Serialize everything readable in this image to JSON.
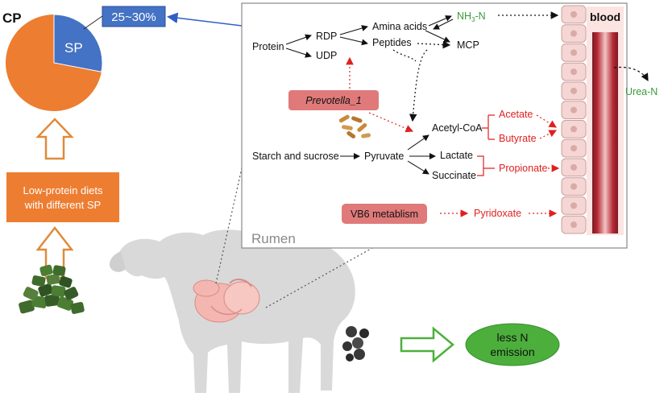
{
  "crude_protein": {
    "label": "CP",
    "sp_label": "SP",
    "sp_fraction_of_pie": 0.28,
    "sp_range_label": "25~30%",
    "colors": {
      "sp": "#4472c4",
      "rest": "#ed7d31"
    }
  },
  "diet_box": {
    "line1": "Low-protein diets",
    "line2": "with different SP",
    "color": "#ed7d31"
  },
  "rumen_panel": {
    "panel_label": "Rumen",
    "blood_label": "blood",
    "protein": "Protein",
    "rdp": "RDP",
    "udp": "UDP",
    "amino_acids": "Amina acids",
    "peptides": "Peptides",
    "nh3_n_prefix": "NH",
    "nh3_n_sub": "3",
    "nh3_n_suffix": "-N",
    "mcp": "MCP",
    "prevotella": "Prevotella_1",
    "acetyl_coa": "Acetyl-CoA",
    "acetate": "Acetate",
    "butyrate": "Butyrate",
    "starch_sucrose": "Starch and sucrose",
    "pyruvate": "Pyruvate",
    "lactate": "Lactate",
    "succinate": "Succinate",
    "propionate": "Propionate",
    "vb6": "VB6 metablism",
    "pyridoxate": "Pyridoxate",
    "urea_n": "Urea-N",
    "colors": {
      "red_text": "#e02020",
      "green_text": "#3a9a3a",
      "pink_box": "#e07a7a"
    }
  },
  "outcome": {
    "line1": "less N",
    "line2": "emission",
    "color": "#4caf3c"
  }
}
